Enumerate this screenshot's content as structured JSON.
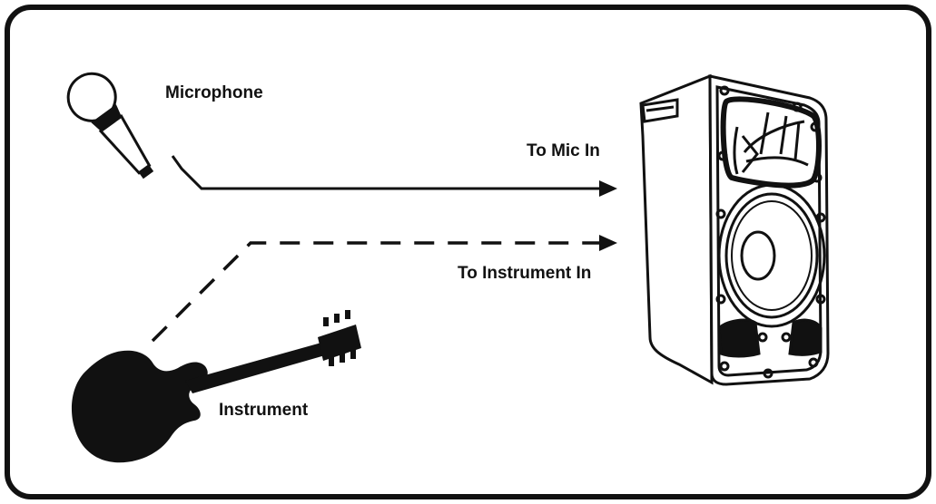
{
  "labels": {
    "microphone": "Microphone",
    "to_mic_in": "To Mic In",
    "to_instrument_in": "To Instrument In",
    "instrument": "Instrument"
  },
  "connections": [
    {
      "from": "microphone",
      "to": "speaker",
      "label": "To Mic In",
      "style": "solid"
    },
    {
      "from": "instrument",
      "to": "speaker",
      "label": "To Instrument In",
      "style": "dashed"
    }
  ],
  "icons": {
    "microphone": "microphone-icon",
    "guitar": "guitar-icon",
    "speaker": "speaker-icon"
  },
  "colors": {
    "stroke": "#111111",
    "background": "#ffffff"
  }
}
